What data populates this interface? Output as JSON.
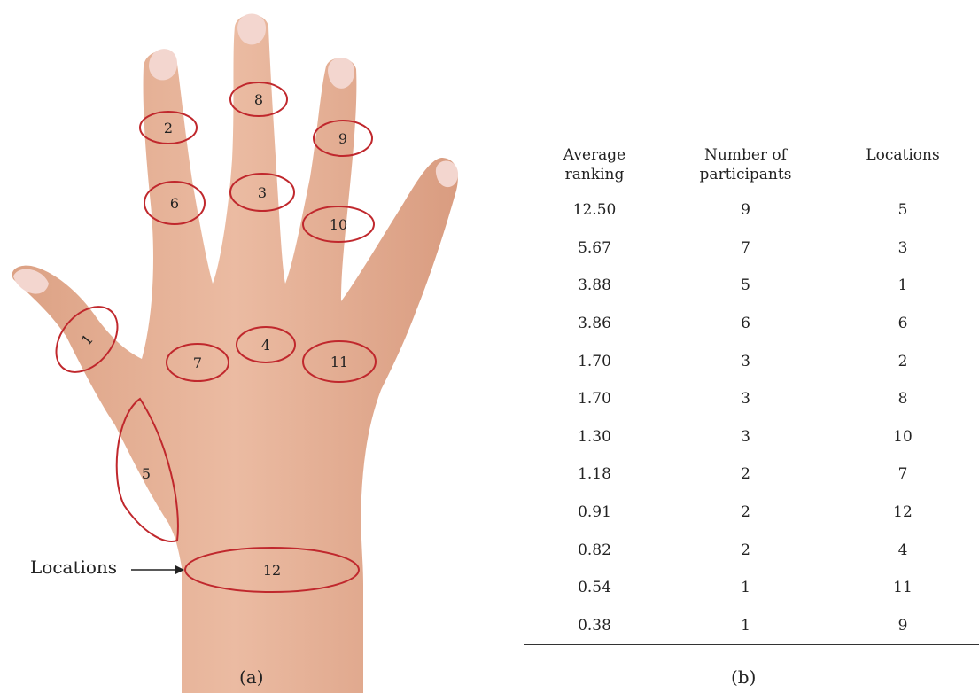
{
  "figure": {
    "caption_a": "(a)",
    "caption_b": "(b)",
    "pointer_label": "Locations"
  },
  "hand_locations": [
    "1",
    "2",
    "3",
    "4",
    "5",
    "6",
    "7",
    "8",
    "9",
    "10",
    "11",
    "12"
  ],
  "table": {
    "headers": [
      "Average\nranking",
      "Number of\nparticipants",
      "Locations"
    ],
    "rows": [
      [
        "12.50",
        "9",
        "5"
      ],
      [
        "5.67",
        "7",
        "3"
      ],
      [
        "3.88",
        "5",
        "1"
      ],
      [
        "3.86",
        "6",
        "6"
      ],
      [
        "1.70",
        "3",
        "2"
      ],
      [
        "1.70",
        "3",
        "8"
      ],
      [
        "1.30",
        "3",
        "10"
      ],
      [
        "1.18",
        "2",
        "7"
      ],
      [
        "0.91",
        "2",
        "12"
      ],
      [
        "0.82",
        "2",
        "4"
      ],
      [
        "0.54",
        "1",
        "11"
      ],
      [
        "0.38",
        "1",
        "9"
      ]
    ]
  },
  "colors": {
    "skin": "#e8b49a",
    "marker": "#c0282d",
    "nail": "#f3d6cf"
  }
}
